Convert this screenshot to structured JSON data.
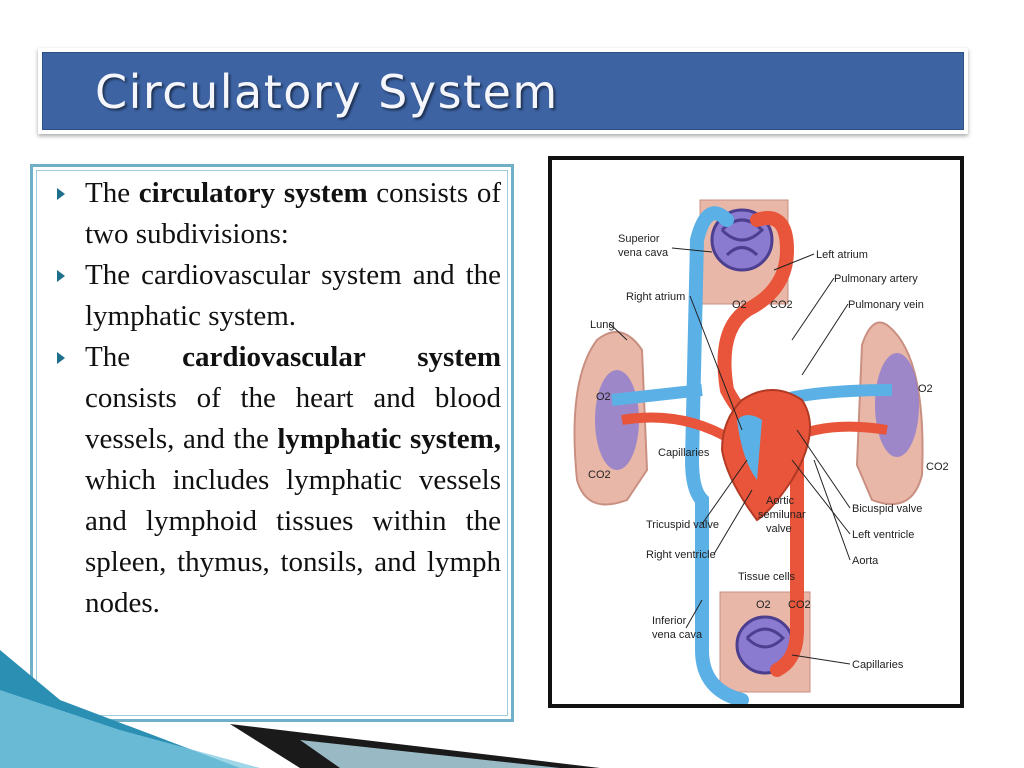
{
  "slide": {
    "title": "Circulatory System",
    "bullets": [
      {
        "segments": [
          {
            "text": "The ",
            "bold": false
          },
          {
            "text": "circulatory system",
            "bold": true
          },
          {
            "text": " consists of two subdivisions:",
            "bold": false
          }
        ]
      },
      {
        "segments": [
          {
            "text": "The cardiovascular system and the lymphatic system.",
            "bold": false
          }
        ]
      },
      {
        "segments": [
          {
            "text": "The ",
            "bold": false
          },
          {
            "text": "cardiovascular system",
            "bold": true
          },
          {
            "text": " consists of the heart and blood vessels, and the ",
            "bold": false
          },
          {
            "text": "lymphatic system,",
            "bold": true
          },
          {
            "text": " which includes lymphatic vessels and lymphoid tissues within the spleen, thymus, tonsils, and lymph nodes.",
            "bold": false
          }
        ]
      }
    ]
  },
  "diagram": {
    "labels": {
      "superior_vena_cava_1": "Superior",
      "superior_vena_cava_2": "vena cava",
      "right_atrium": "Right atrium",
      "lung": "Lung",
      "o2_left": "O2",
      "co2_left": "CO2",
      "capillaries_mid": "Capillaries",
      "tricuspid_valve": "Tricuspid valve",
      "right_ventricle": "Right ventricle",
      "inferior_vena_cava_1": "Inferior",
      "inferior_vena_cava_2": "vena cava",
      "left_atrium": "Left atrium",
      "pulmonary_artery": "Pulmonary artery",
      "pulmonary_vein": "Pulmonary vein",
      "o2_right": "O2",
      "co2_right": "CO2",
      "bicuspid_valve": "Bicuspid valve",
      "left_ventricle": "Left ventricle",
      "aorta": "Aorta",
      "aortic_valve_1": "Aortic",
      "aortic_valve_2": "semilunar",
      "aortic_valve_3": "valve",
      "tissue_cells": "Tissue cells",
      "capillaries_bottom": "Capillaries",
      "o2_top": "O2",
      "co2_top": "CO2",
      "o2_bottom": "O2",
      "co2_bottom": "CO2"
    },
    "colors": {
      "oxygenated": "#e8553a",
      "deoxygenated": "#5bb0e6",
      "tissue": "#e9b7a8",
      "capillary": "#6f5fb0"
    }
  },
  "theme": {
    "title_bg": "#3d63a3",
    "box_border": "#6fb0c8",
    "deco_teal": "#2a8fb3"
  }
}
